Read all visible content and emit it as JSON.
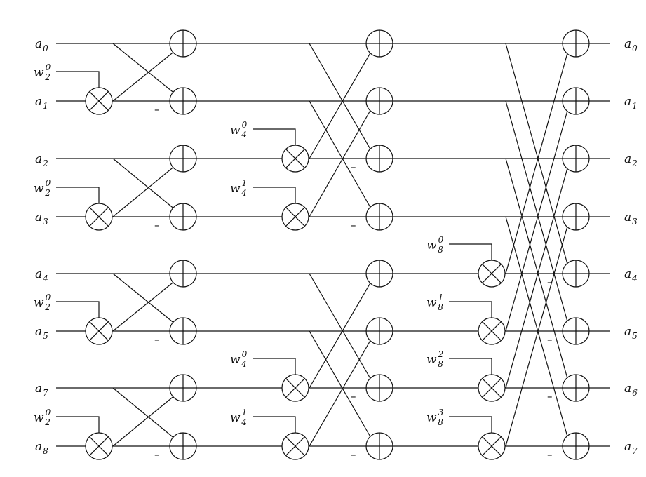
{
  "diagram": {
    "inputs": [
      {
        "base": "a",
        "sub": "0"
      },
      {
        "base": "a",
        "sub": "1"
      },
      {
        "base": "a",
        "sub": "2"
      },
      {
        "base": "a",
        "sub": "3"
      },
      {
        "base": "a",
        "sub": "4"
      },
      {
        "base": "a",
        "sub": "5"
      },
      {
        "base": "a",
        "sub": "7"
      },
      {
        "base": "a",
        "sub": "8"
      }
    ],
    "outputs": [
      {
        "base": "a",
        "sub": "0"
      },
      {
        "base": "a",
        "sub": "1"
      },
      {
        "base": "a",
        "sub": "2"
      },
      {
        "base": "a",
        "sub": "3"
      },
      {
        "base": "a",
        "sub": "4"
      },
      {
        "base": "a",
        "sub": "5"
      },
      {
        "base": "a",
        "sub": "6"
      },
      {
        "base": "a",
        "sub": "7"
      }
    ],
    "minus_sign": "–",
    "stages": [
      {
        "name": "stage-1",
        "twiddles": [
          {
            "row": 1,
            "base": "w",
            "sub": "2",
            "sup": "0"
          },
          {
            "row": 3,
            "base": "w",
            "sub": "2",
            "sup": "0"
          },
          {
            "row": 5,
            "base": "w",
            "sub": "2",
            "sup": "0"
          },
          {
            "row": 7,
            "base": "w",
            "sub": "2",
            "sup": "0"
          }
        ],
        "pairs": [
          [
            0,
            1
          ],
          [
            2,
            3
          ],
          [
            4,
            5
          ],
          [
            6,
            7
          ]
        ]
      },
      {
        "name": "stage-2",
        "twiddles": [
          {
            "row": 2,
            "base": "w",
            "sub": "4",
            "sup": "0"
          },
          {
            "row": 3,
            "base": "w",
            "sub": "4",
            "sup": "1"
          },
          {
            "row": 6,
            "base": "w",
            "sub": "4",
            "sup": "0"
          },
          {
            "row": 7,
            "base": "w",
            "sub": "4",
            "sup": "1"
          }
        ],
        "pairs": [
          [
            0,
            2
          ],
          [
            1,
            3
          ],
          [
            4,
            6
          ],
          [
            5,
            7
          ]
        ]
      },
      {
        "name": "stage-3",
        "twiddles": [
          {
            "row": 4,
            "base": "w",
            "sub": "8",
            "sup": "0"
          },
          {
            "row": 5,
            "base": "w",
            "sub": "8",
            "sup": "1"
          },
          {
            "row": 6,
            "base": "w",
            "sub": "8",
            "sup": "2"
          },
          {
            "row": 7,
            "base": "w",
            "sub": "8",
            "sup": "3"
          }
        ],
        "pairs": [
          [
            0,
            4
          ],
          [
            1,
            5
          ],
          [
            2,
            6
          ],
          [
            3,
            7
          ]
        ]
      }
    ]
  }
}
